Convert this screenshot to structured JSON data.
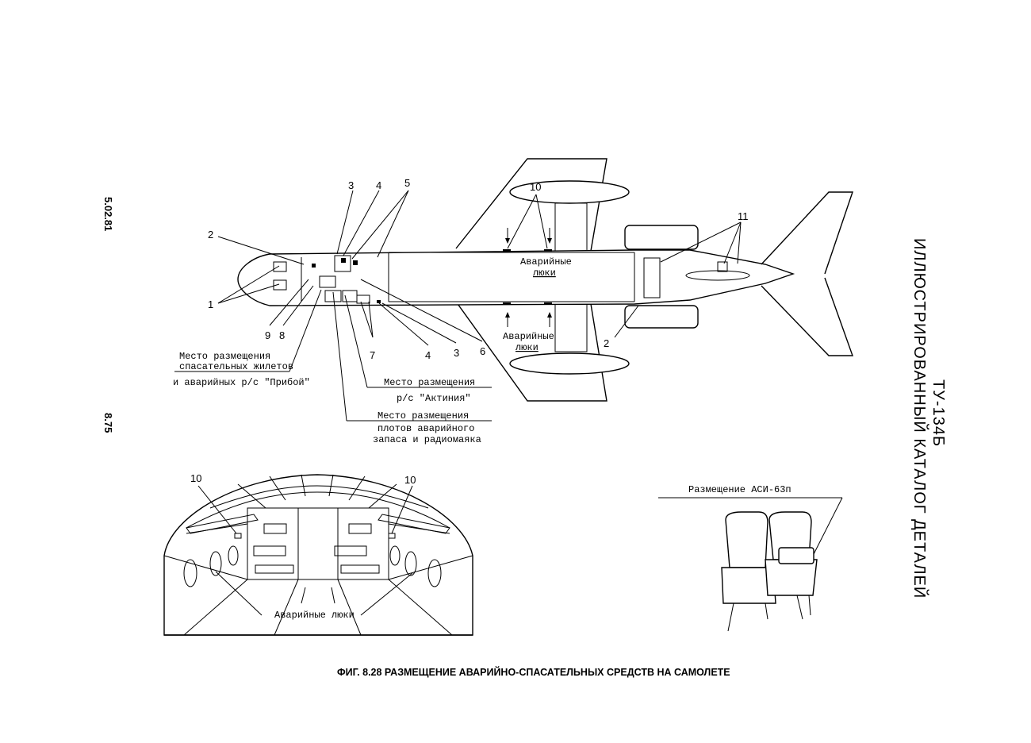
{
  "margin": {
    "date": "5.02.81",
    "page_number": "8.75"
  },
  "side_title": {
    "model": "ТУ-134Б",
    "subtitle": "ИЛЛЮСТРИРОВАННЫЙ КАТАЛОГ ДЕТАЛЕЙ"
  },
  "main_view": {
    "callouts": {
      "c2_top": "2",
      "c3_top": "3",
      "c4_top": "4",
      "c5_top": "5",
      "c10_top": "10",
      "c11": "11",
      "c1": "1",
      "c9": "9",
      "c8": "8",
      "c7": "7",
      "c4_bottom": "4",
      "c3_bottom": "3",
      "c6": "6",
      "c2_bottom": "2"
    },
    "hatches_top": [
      "Аварийные",
      "люки"
    ],
    "hatches_bottom": [
      "Аварийные",
      "люки"
    ],
    "note_vests": [
      "Место размещения",
      "спасательных жилетов",
      "и аварийных р/с \"Прибой\""
    ],
    "note_actinia": [
      "Место размещения",
      "р/с \"Актиния\""
    ],
    "note_rafts": [
      "Место размещения",
      "плотов аварийного",
      "запаса и радиомаяка"
    ]
  },
  "cabin_view": {
    "callout_left": "10",
    "callout_right": "10",
    "hatches_label": "Аварийные люки"
  },
  "seat_view": {
    "label": "Размещение АСИ-63п"
  },
  "figure_caption": "ФИГ. 8.28 РАЗМЕЩЕНИЕ АВАРИЙНО-СПАСАТЕЛЬНЫХ СРЕДСТВ НА САМОЛЕТЕ"
}
